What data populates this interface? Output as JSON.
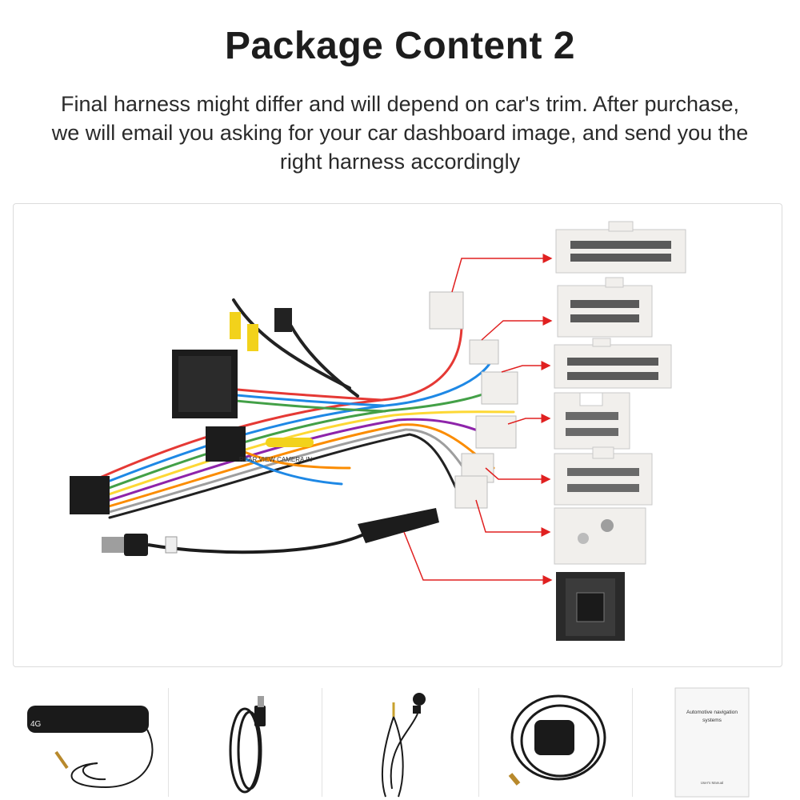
{
  "header": {
    "title": "Package Content 2",
    "subtitle": "Final harness might differ and will depend on car's trim. After purchase, we will email you asking for your car dashboard image, and send you the right harness accordingly"
  },
  "harness_labels": {
    "rear_view_tag": "REAR VIEW CAMERA IN",
    "label_4g": "4G"
  },
  "manual": {
    "title_line1": "Automotive navigation",
    "title_line2": "systems",
    "footer": "User's Manual"
  },
  "colors": {
    "arrow": "#e02020",
    "connector": "#f1efec",
    "connector_pin": "#4a4a4a",
    "cable": "#1a1a1a",
    "rca_yellow": "#f2d21b"
  },
  "thumbnails": [
    {
      "icon": "4g-antenna-icon"
    },
    {
      "icon": "usb-cable-icon"
    },
    {
      "icon": "microphone-icon"
    },
    {
      "icon": "gps-antenna-icon"
    },
    {
      "icon": "user-manual-icon"
    }
  ]
}
